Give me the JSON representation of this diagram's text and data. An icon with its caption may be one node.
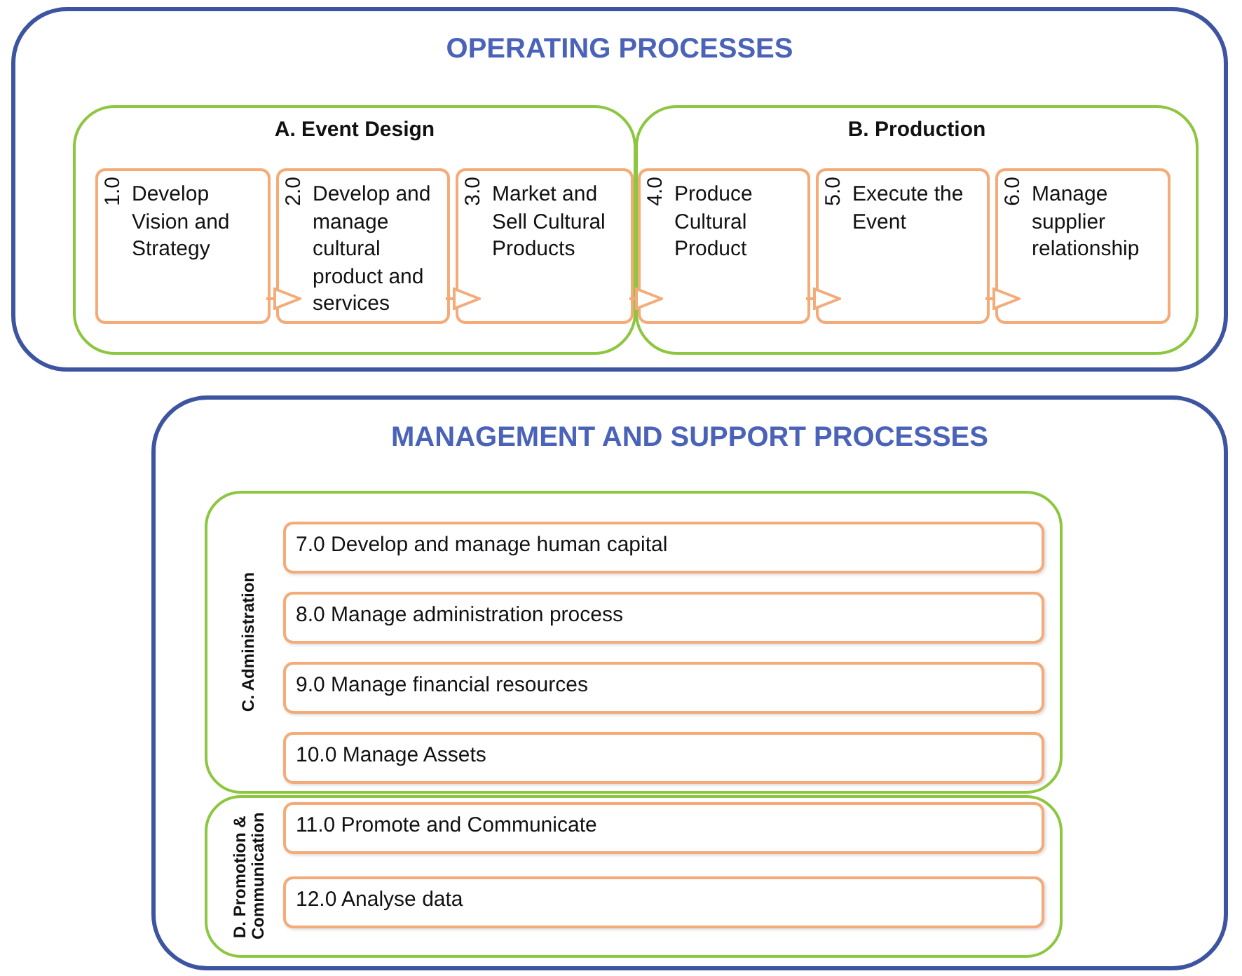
{
  "diagram": {
    "nodes": [
      {
        "text": [
          "OPERATING PROCESSES"
        ]
      },
      {
        "text": [
          "A. Event Design"
        ],
        "in": 0
      },
      {
        "text": [
          "1.0",
          "Develop Vision and Strategy"
        ],
        "in": 1
      },
      {
        "text": [
          "2.0",
          "Develop and manage cultural product and services"
        ],
        "in": 1
      },
      {
        "text": [
          "3.0",
          "Market and Sell Cultural Products"
        ],
        "in": 1
      },
      {
        "text": [
          "B. Production"
        ],
        "in": 0
      },
      {
        "text": [
          "4.0",
          "Produce Cultural Product"
        ],
        "in": 5
      },
      {
        "text": [
          "5.0",
          "Execute the Event"
        ],
        "in": 5
      },
      {
        "text": [
          "6.0",
          "Manage supplier relationship"
        ],
        "in": 5
      },
      {
        "text": [
          "MANAGEMENT AND SUPPORT PROCESSES"
        ]
      },
      {
        "text": [
          "C. Administration"
        ],
        "in": 9
      },
      {
        "text": [
          "7.0 Develop and manage human capital"
        ],
        "in": 10
      },
      {
        "text": [
          "8.0 Manage administration process"
        ],
        "in": 10
      },
      {
        "text": [
          "9.0 Manage financial resources"
        ],
        "in": 10
      },
      {
        "text": [
          "10.0 Manage Assets"
        ],
        "in": 10
      },
      {
        "text": [
          "D. Promotion & Communication"
        ],
        "in": 9
      },
      {
        "text": [
          "11.0 Promote and Communicate"
        ],
        "in": 15
      },
      {
        "text": [
          "12.0 Analyse data"
        ],
        "in": 15
      }
    ],
    "edges": [
      {
        "from": 2,
        "to": 3,
        "arrow": "to"
      },
      {
        "from": 3,
        "to": 4,
        "arrow": "to"
      },
      {
        "from": 4,
        "to": 6,
        "arrow": "to"
      },
      {
        "from": 6,
        "to": 7,
        "arrow": "to"
      },
      {
        "from": 7,
        "to": 8,
        "arrow": "to"
      }
    ]
  }
}
